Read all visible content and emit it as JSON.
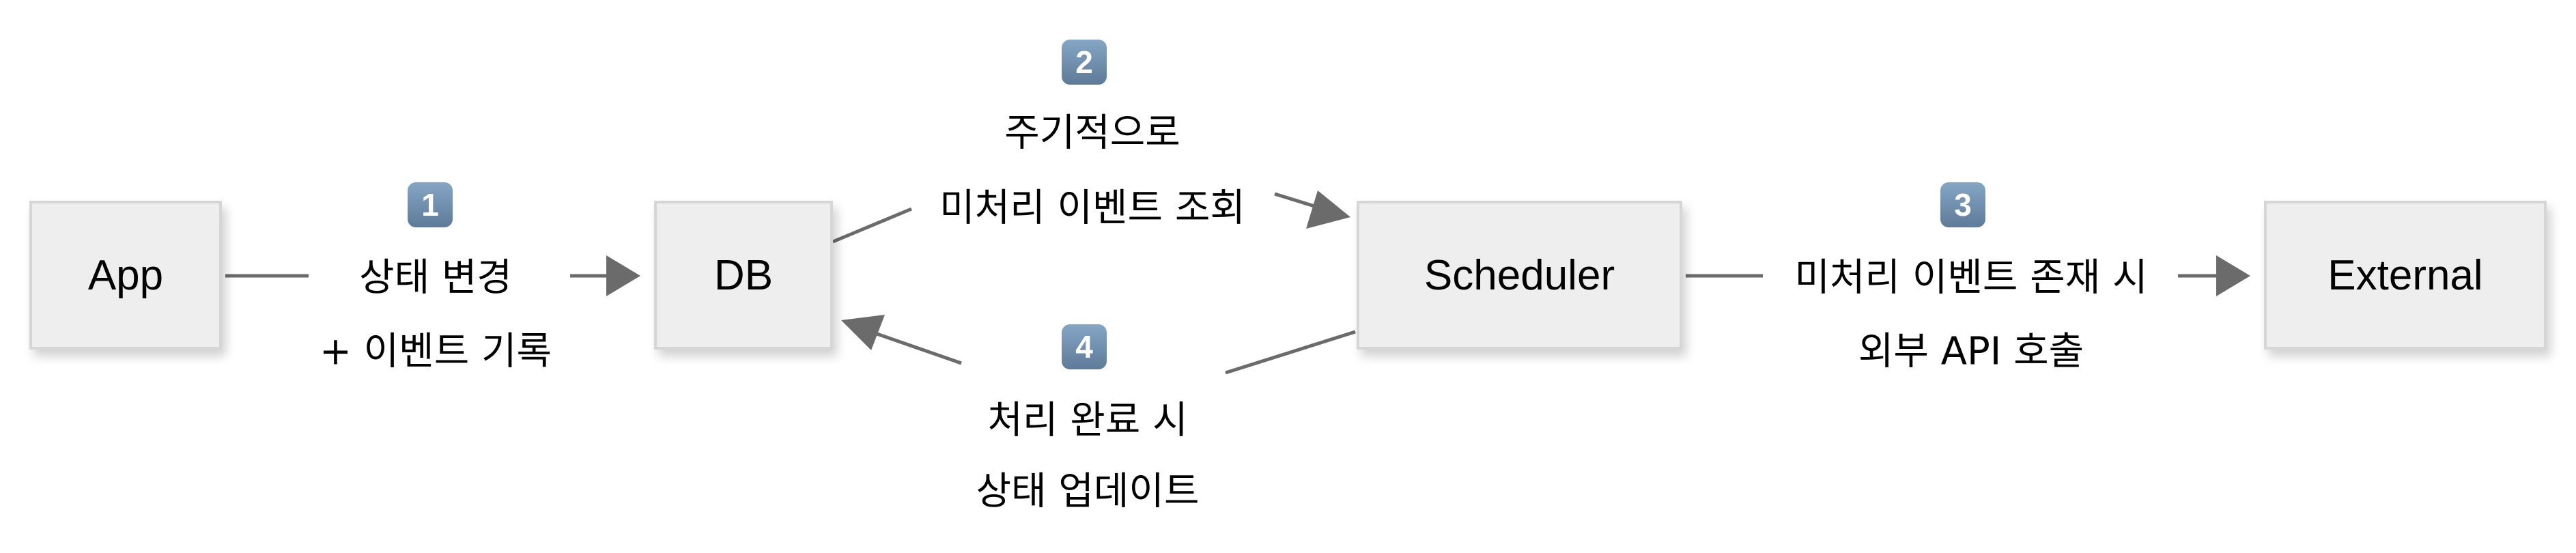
{
  "nodes": {
    "app": "App",
    "db": "DB",
    "scheduler": "Scheduler",
    "external": "External"
  },
  "steps": [
    {
      "badge": "1",
      "lines": [
        "상태 변경",
        "+ 이벤트 기록"
      ]
    },
    {
      "badge": "2",
      "lines": [
        "주기적으로",
        "미처리 이벤트 조회"
      ]
    },
    {
      "badge": "3",
      "lines": [
        "미처리 이벤트 존재 시",
        "외부 API 호출"
      ]
    },
    {
      "badge": "4",
      "lines": [
        "처리 완료 시",
        "상태 업데이트"
      ]
    }
  ],
  "colors": {
    "edge": "#6b6b6b",
    "box": "#eeeeee",
    "badge": "#6f8cab"
  }
}
